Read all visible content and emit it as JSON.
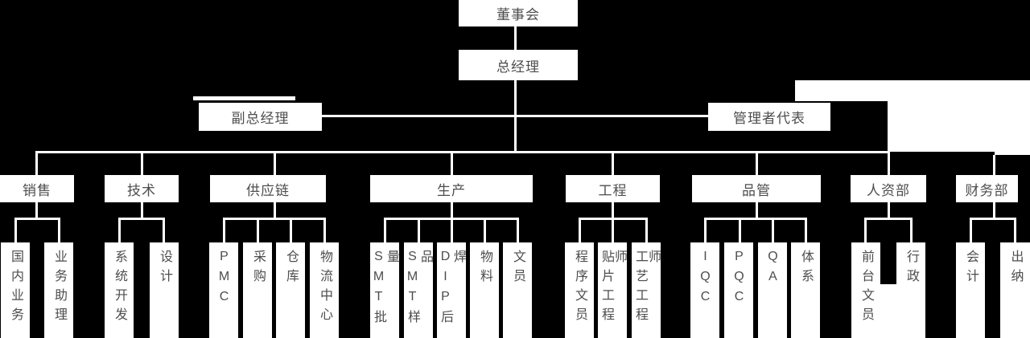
{
  "org": {
    "board": "董事会",
    "general_manager": "总经理",
    "deputy_general_manager": "副总经理",
    "management_representative": "管理者代表",
    "departments": [
      {
        "label": "销售",
        "children": [
          "国内业务",
          "业务助理"
        ]
      },
      {
        "label": "技术",
        "children": [
          "系统开发",
          "设计"
        ]
      },
      {
        "label": "供应链",
        "children": [
          "PMC",
          "采购",
          "仓库",
          "物流中心"
        ]
      },
      {
        "label": "生产",
        "children": [
          "SMT批量",
          "SMT样品",
          "DIP后焊",
          "物料",
          "文员"
        ]
      },
      {
        "label": "工程",
        "children": [
          "程序文员",
          "贴片工程师",
          "工艺工程师"
        ]
      },
      {
        "label": "品管",
        "children": [
          "IQC",
          "PQC",
          "QA",
          "体系"
        ]
      },
      {
        "label": "人资部",
        "children": [
          "前台文员",
          "行政"
        ]
      },
      {
        "label": "财务部",
        "children": [
          "会计",
          "出纳"
        ]
      }
    ],
    "colors": {
      "background": "#000000",
      "box_fill": "#ffffff",
      "text": "#4d4d4d",
      "line": "#ffffff"
    }
  }
}
